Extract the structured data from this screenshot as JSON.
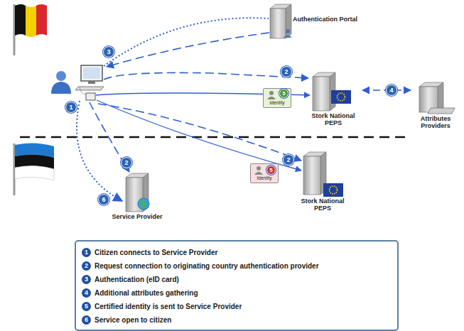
{
  "diagram": {
    "nodes": [
      {
        "text": [
          "Authentication Portal"
        ]
      },
      {
        "text": [
          "Stork National PEPS"
        ]
      },
      {
        "text": [
          "Attributes Providers"
        ]
      },
      {
        "text": [
          "Identity"
        ]
      },
      {
        "text": [
          "Service Provider"
        ]
      },
      {
        "text": [
          "Identity"
        ]
      },
      {
        "text": [
          "Stork National PEPS"
        ]
      }
    ],
    "edges": [
      {
        "from": 1,
        "to": 2,
        "arrow": "both"
      }
    ],
    "labels": [
      "3",
      "2",
      "4",
      "1",
      "2",
      "6",
      "2",
      "5",
      "5",
      "1",
      "2",
      "3",
      "4",
      "5",
      "6"
    ],
    "legend": [
      {
        "text": "Citizen connects to Service Provider"
      },
      {
        "text": "Request connection to originating country authentication provider"
      },
      {
        "text": "Authentication (eID card)"
      },
      {
        "text": "Additional attributes gathering"
      },
      {
        "text": "Certified identity is sent to Service Provider"
      },
      {
        "text": "Service open to citizen"
      }
    ]
  }
}
